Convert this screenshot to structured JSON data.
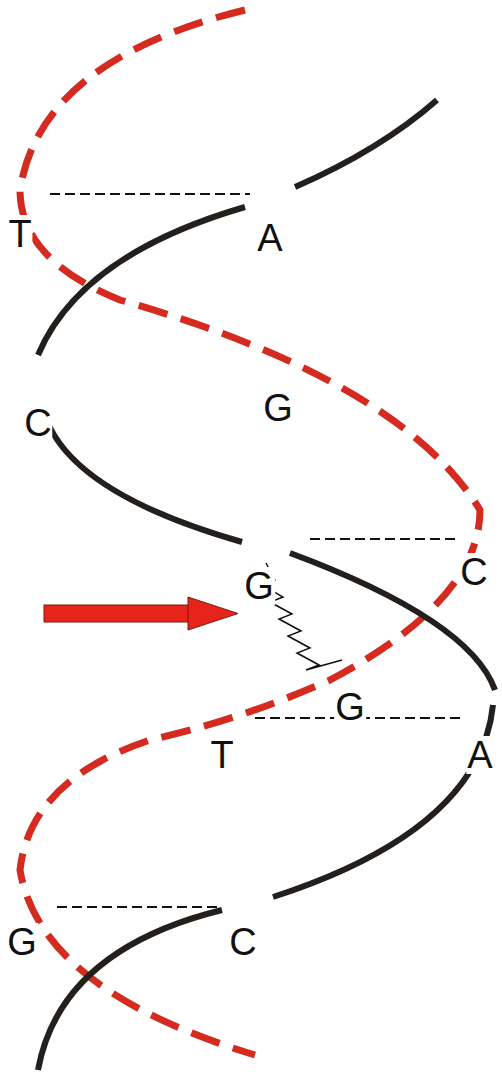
{
  "diagram": {
    "labels": [
      "T",
      "A",
      "C",
      "G",
      "G",
      "C",
      "G",
      "T",
      "A",
      "G",
      "C"
    ]
  }
}
